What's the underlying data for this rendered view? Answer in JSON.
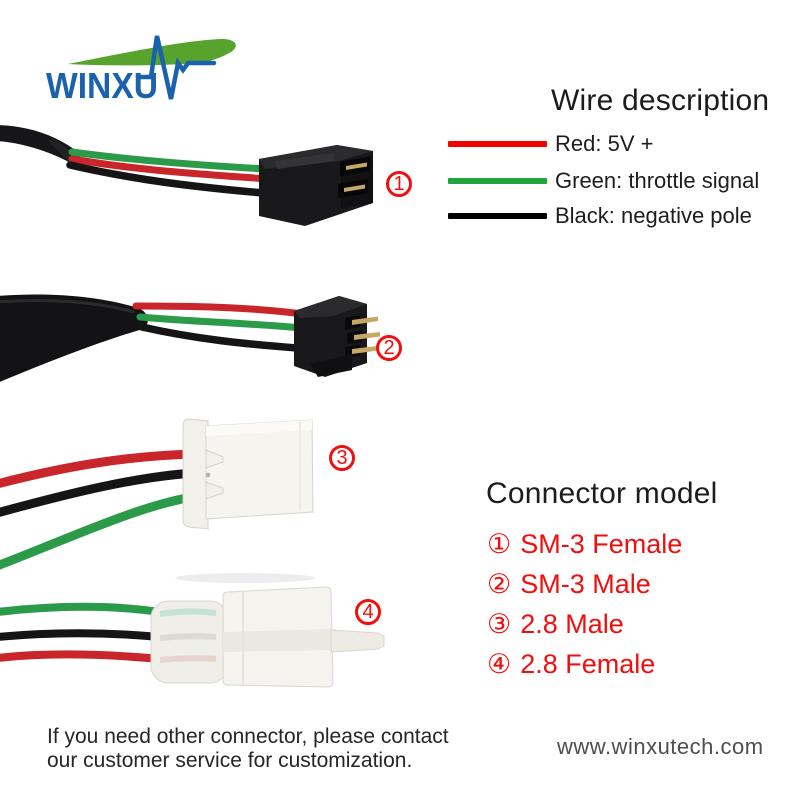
{
  "logo": {
    "text": "WINXU",
    "brand_blue": "#1a61ae",
    "brand_green": "#57a32e"
  },
  "wire_description": {
    "title": "Wire description",
    "items": [
      {
        "label": "Red: 5V +",
        "swatch": "#ee0404"
      },
      {
        "label": "Green: throttle signal",
        "swatch": "#23a33c"
      },
      {
        "label": "Black: negative pole",
        "swatch": "#000000"
      }
    ]
  },
  "photos": [
    {
      "number": "1"
    },
    {
      "number": "2"
    },
    {
      "number": "3"
    },
    {
      "number": "4"
    }
  ],
  "connector_model": {
    "title": "Connector model",
    "accent": "#f10e0e",
    "items": [
      {
        "badge": "①",
        "label": "SM-3 Female"
      },
      {
        "badge": "②",
        "label": "SM-3 Male"
      },
      {
        "badge": "③",
        "label": "2.8 Male"
      },
      {
        "badge": "④",
        "label": "2.8 Female"
      }
    ]
  },
  "footer": {
    "note_line1": "If you need other connector, please contact",
    "note_line2": "our customer service for customization.",
    "website": "www.winxutech.com"
  }
}
